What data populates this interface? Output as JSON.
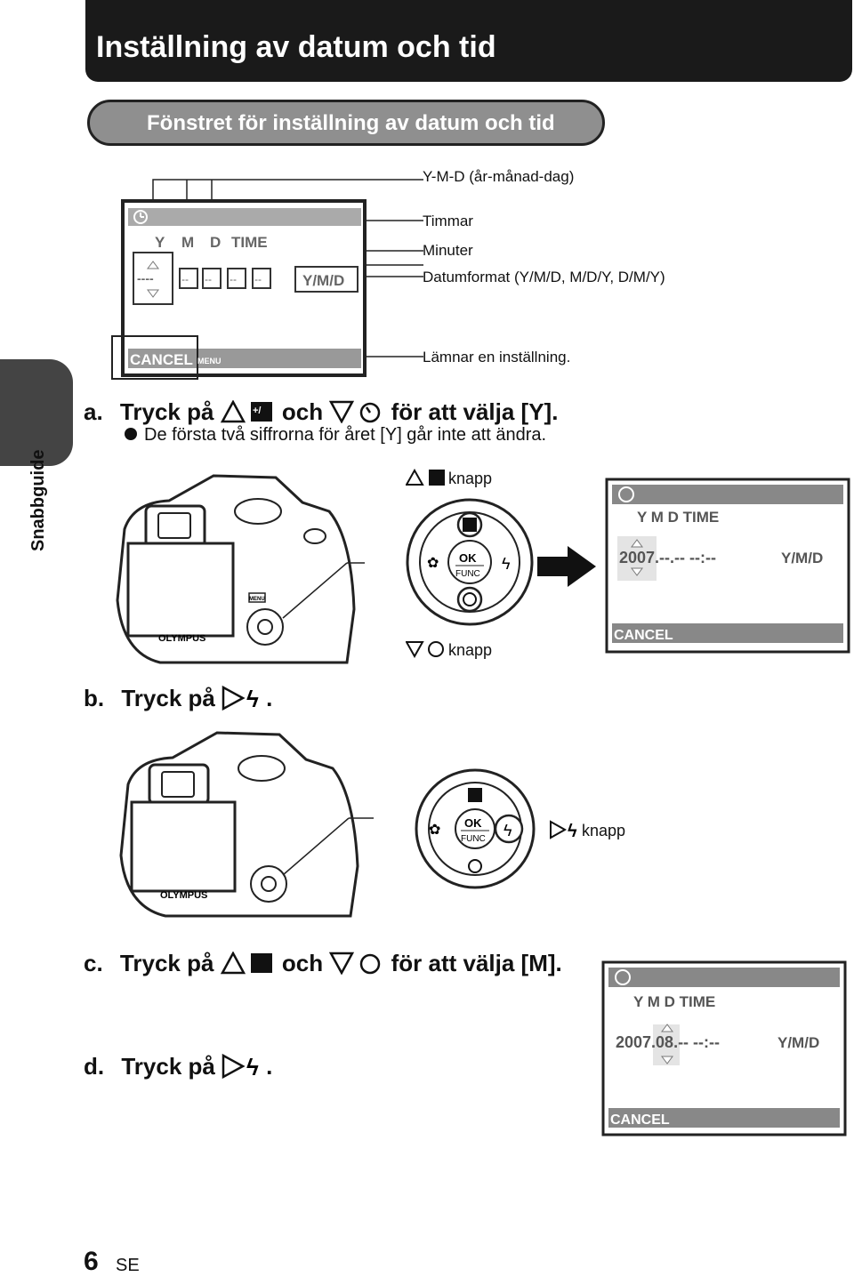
{
  "header": {
    "title": "Inställning av datum och tid"
  },
  "section": {
    "title": "Fönstret för inställning av datum och tid"
  },
  "side": {
    "label": "Snabbguide"
  },
  "callouts": {
    "ymd": "Y-M-D (år-månad-dag)",
    "hours": "Timmar",
    "minutes": "Minuter",
    "format": "Datumformat (Y/M/D, M/D/Y, D/M/Y)",
    "cancel": "Lämnar en inställning."
  },
  "screen_main": {
    "col_labels": [
      "Y",
      "M",
      "D",
      "TIME"
    ],
    "year_placeholder": "----",
    "date_placeholder": "--",
    "format": "Y/M/D",
    "cancel": "CANCEL",
    "menu": "MENU"
  },
  "steps": {
    "a": {
      "letter": "a.",
      "prefix": "Tryck på",
      "conj": "och",
      "suffix": "för att välja [Y].",
      "bullet": "De första två siffrorna för året [Y] går inte att ändra."
    },
    "b": {
      "letter": "b.",
      "prefix": "Tryck på",
      "suffix": "."
    },
    "c": {
      "letter": "c.",
      "prefix": "Tryck på",
      "conj": "och",
      "suffix": "för att välja [M]."
    },
    "d": {
      "letter": "d.",
      "prefix": "Tryck på",
      "suffix": "."
    }
  },
  "buttons": {
    "knapp": "knapp",
    "ok": "OK",
    "func": "FUNC"
  },
  "camera": {
    "brand": "OLYMPUS",
    "menu": "MENU"
  },
  "screen_a": {
    "labels": "Y    M    D  TIME",
    "value": "2007.--.-- --:--",
    "format": "Y/M/D",
    "cancel": "CANCEL"
  },
  "screen_c": {
    "labels": "Y    M    D  TIME",
    "value": "2007.08.-- --:--",
    "format": "Y/M/D",
    "cancel": "CANCEL"
  },
  "footer": {
    "page": "6",
    "lang": "SE"
  }
}
